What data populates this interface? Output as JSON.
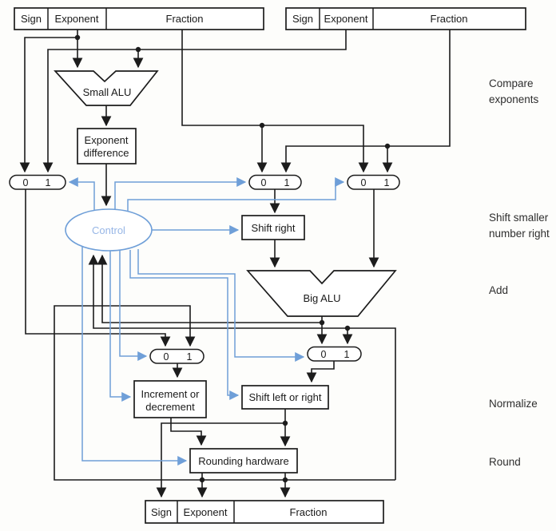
{
  "registers": {
    "input_left": {
      "sign": "Sign",
      "exponent": "Exponent",
      "fraction": "Fraction"
    },
    "input_right": {
      "sign": "Sign",
      "exponent": "Exponent",
      "fraction": "Fraction"
    },
    "result": {
      "sign": "Sign",
      "exponent": "Exponent",
      "fraction": "Fraction"
    }
  },
  "components": {
    "small_alu": "Small ALU",
    "exponent_difference": {
      "line1": "Exponent",
      "line2": "difference"
    },
    "control": "Control",
    "shift_right": "Shift right",
    "big_alu": "Big ALU",
    "increment_decrement": {
      "line1": "Increment or",
      "line2": "decrement"
    },
    "shift_left_right": "Shift left or right",
    "rounding_hardware": "Rounding hardware"
  },
  "mux_labels": {
    "zero": "0",
    "one": "1"
  },
  "stage_labels": {
    "compare": {
      "line1": "Compare",
      "line2": "exponents"
    },
    "shift": {
      "line1": "Shift smaller",
      "line2": "number right"
    },
    "add": "Add",
    "normalize": "Normalize",
    "round": "Round"
  },
  "colors": {
    "wire": "#1c1c1c",
    "control_wire": "#6f9fd8",
    "control_text": "#97b6e6",
    "background": "#fdfdfb"
  }
}
